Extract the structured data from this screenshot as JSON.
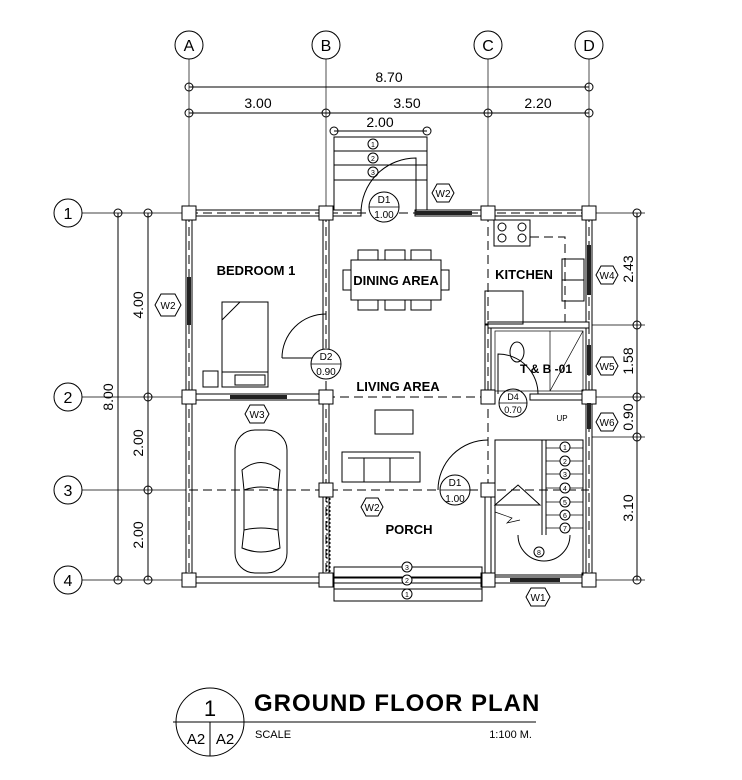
{
  "grid": {
    "columns": [
      "A",
      "B",
      "C",
      "D"
    ],
    "rows": [
      "1",
      "2",
      "3",
      "4"
    ]
  },
  "dimensions": {
    "overall_width": "8.70",
    "bays": [
      "3.00",
      "3.50",
      "2.20"
    ],
    "porch_top": "2.00",
    "overall_depth": "8.00",
    "left": [
      "4.00",
      "2.00",
      "2.00"
    ],
    "right": [
      "2.43",
      "1.58",
      "0.90",
      "3.10"
    ]
  },
  "rooms": {
    "bedroom": "BEDROOM 1",
    "dining": "DINING AREA",
    "kitchen": "KITCHEN",
    "toilet": "T & B -01",
    "living": "LIVING AREA",
    "porch": "PORCH"
  },
  "doors": [
    {
      "tag": "D1",
      "size": "1.00"
    },
    {
      "tag": "D2",
      "size": "0.90"
    },
    {
      "tag": "D4",
      "size": "0.70"
    },
    {
      "tag": "D1",
      "size": "1.00"
    }
  ],
  "windows": [
    "W2",
    "W2",
    "W3",
    "W4",
    "W5",
    "W6",
    "W2",
    "W1"
  ],
  "steps_top": [
    "1",
    "2",
    "3"
  ],
  "steps_bottom": [
    "3",
    "2",
    "1"
  ],
  "stair": {
    "label": "UP",
    "steps": [
      "1",
      "2",
      "3",
      "4",
      "5",
      "6",
      "7",
      "8"
    ]
  },
  "title_block": {
    "number": "1",
    "sheet_left": "A2",
    "sheet_right": "A2",
    "title": "GROUND FLOOR PLAN",
    "scale_label": "SCALE",
    "scale_value": "1:100 M."
  }
}
